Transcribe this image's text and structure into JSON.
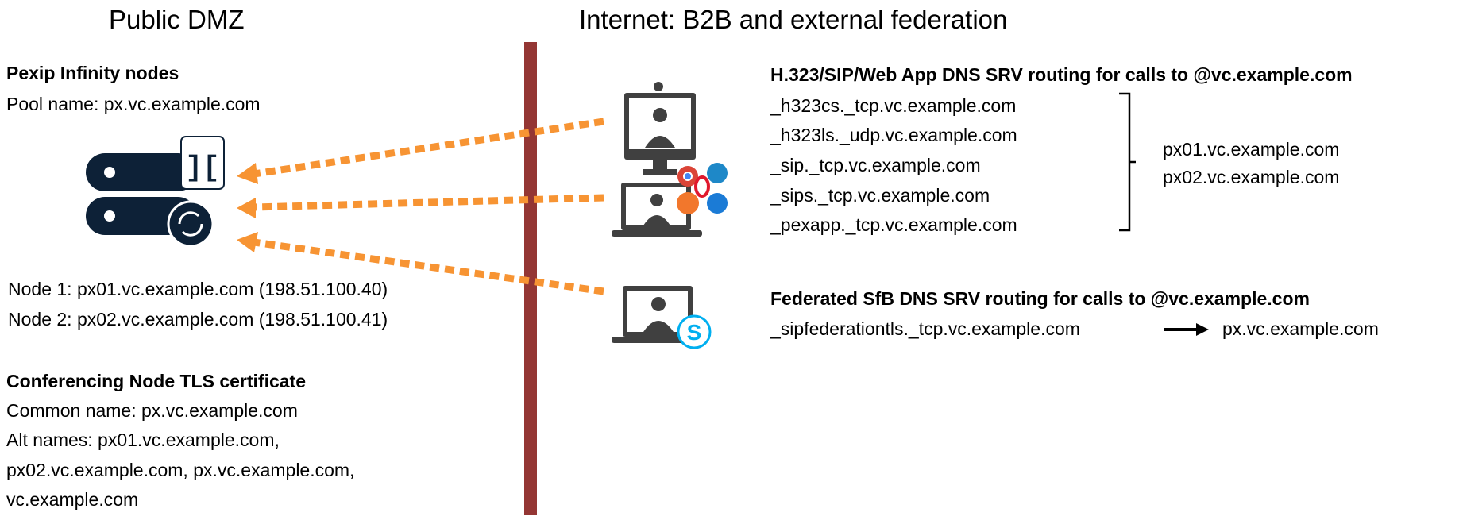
{
  "zones": {
    "left_title": "Public DMZ",
    "right_title": "Internet: B2B and external federation"
  },
  "nodes": {
    "heading": "Pexip Infinity nodes",
    "pool": "Pool name: px.vc.example.com",
    "node1": "Node 1: px01.vc.example.com (198.51.100.40)",
    "node2": "Node 2: px02.vc.example.com (198.51.100.41)"
  },
  "certificate": {
    "heading": "Conferencing Node TLS certificate",
    "common_name": "Common name: px.vc.example.com",
    "alt1": "Alt names: px01.vc.example.com,",
    "alt2": "px02.vc.example.com, px.vc.example.com,",
    "alt3": "vc.example.com"
  },
  "srv": {
    "heading": "H.323/SIP/Web App DNS SRV routing for calls to @vc.example.com",
    "records": [
      "_h323cs._tcp.vc.example.com",
      "_h323ls._udp.vc.example.com",
      "_sip._tcp.vc.example.com",
      "_sips._tcp.vc.example.com",
      "_pexapp._tcp.vc.example.com"
    ],
    "targets": [
      "px01.vc.example.com",
      "px02.vc.example.com"
    ]
  },
  "sfb": {
    "heading": "Federated SfB DNS SRV routing for calls to @vc.example.com",
    "record": "_sipfederationtls._tcp.vc.example.com",
    "target": "px.vc.example.com"
  },
  "colors": {
    "divider": "#943634",
    "arrow": "#f79433",
    "icon": "#0d2137",
    "device": "#404040"
  }
}
